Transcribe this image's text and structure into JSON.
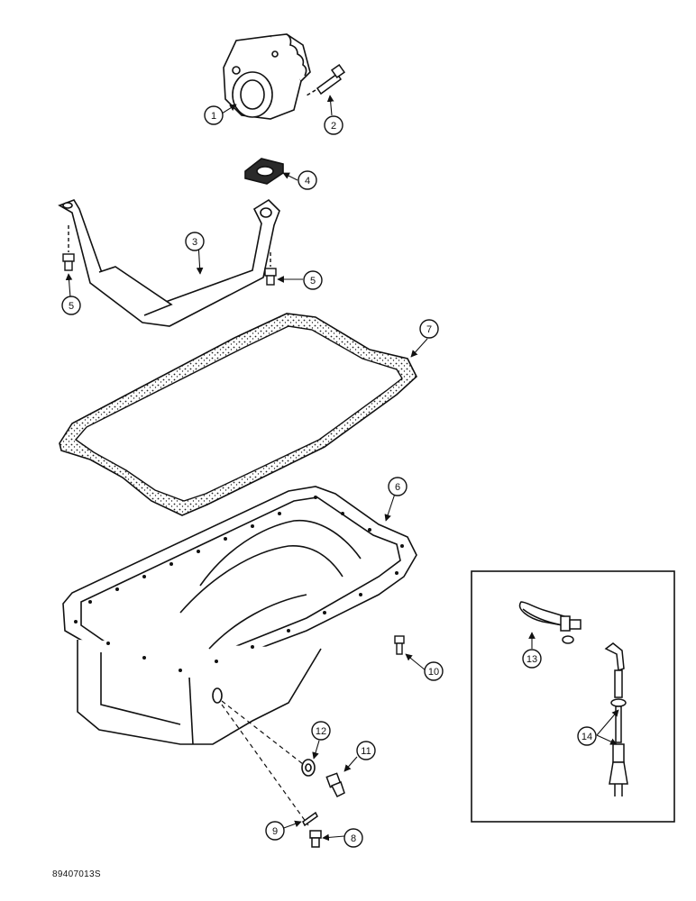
{
  "figure": {
    "reference_code": "89407013S"
  },
  "callouts": [
    {
      "id": "c1",
      "label": "1"
    },
    {
      "id": "c2",
      "label": "2"
    },
    {
      "id": "c3",
      "label": "3"
    },
    {
      "id": "c4",
      "label": "4"
    },
    {
      "id": "c5a",
      "label": "5"
    },
    {
      "id": "c5b",
      "label": "5"
    },
    {
      "id": "c6",
      "label": "6"
    },
    {
      "id": "c7",
      "label": "7"
    },
    {
      "id": "c8",
      "label": "8"
    },
    {
      "id": "c9",
      "label": "9"
    },
    {
      "id": "c10",
      "label": "10"
    },
    {
      "id": "c11",
      "label": "11"
    },
    {
      "id": "c12",
      "label": "12"
    },
    {
      "id": "c13",
      "label": "13"
    },
    {
      "id": "c14",
      "label": "14"
    }
  ]
}
